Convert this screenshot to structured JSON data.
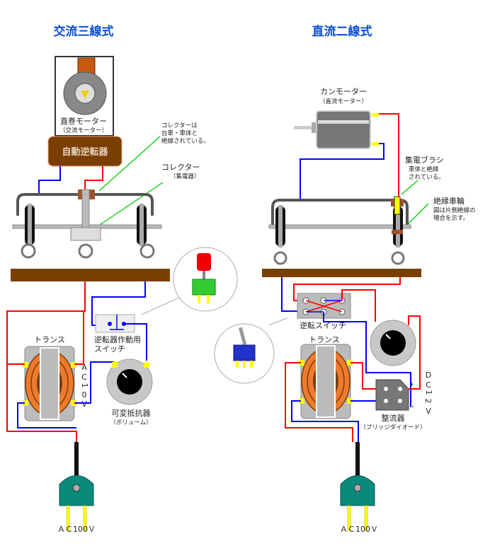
{
  "left": {
    "title": "交流三線式",
    "motor_label": "直巻モーター",
    "motor_sub": "（交流モーター）",
    "reverser": "自動逆転器",
    "note1": [
      "コレクターは",
      "台車・車体と",
      "絶縁されている。"
    ],
    "collector": "コレクター",
    "collector_sub": "（集電器）",
    "switch_label": [
      "逆転器作動用",
      "スイッチ"
    ],
    "transformer": "トランス",
    "voltage": [
      "A",
      "C",
      "1",
      "0",
      "V"
    ],
    "volume": "可変抵抗器",
    "volume_sub": "（ボリューム）",
    "plug": "ＡＣ100Ｖ"
  },
  "right": {
    "title": "直流二線式",
    "motor_label": "カンモーター",
    "motor_sub": "（直流モーター）",
    "brush": "集電ブラシ",
    "brush_note": [
      "車体と絶縁",
      "されている。"
    ],
    "wheel": "絶縁車輪",
    "wheel_note": [
      "図は片側絶縁の",
      "場合を示す。"
    ],
    "switch_label": "逆転スイッチ",
    "transformer": "トランス",
    "rectifier": "整流器",
    "rectifier_sub": "（ブリッジダイオード）",
    "plus": "+",
    "minus": "−",
    "voltage": [
      "D",
      "C",
      "1",
      "2",
      "V"
    ],
    "plug": "ＡＣ100Ｖ"
  },
  "colors": {
    "title": "#0a4fd6",
    "positive": "#ff0000",
    "negative": "#0000ff",
    "pointer": "#00cc00",
    "brown": "#7a3f00"
  }
}
